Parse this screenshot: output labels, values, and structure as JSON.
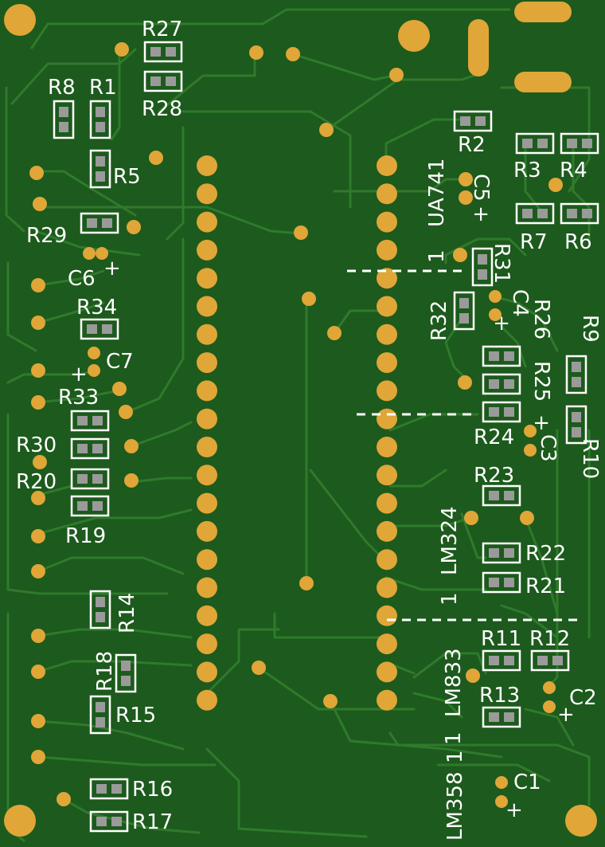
{
  "colors": {
    "board": "#1d5a1d",
    "trace": "#2f7a2c",
    "pad": "#e0a637",
    "silk": "#ffffff",
    "smd_pad": "#9a9a9a"
  },
  "labels": {
    "r27": "R27",
    "r28": "R28",
    "r8": "R8",
    "r1": "R1",
    "r5": "R5",
    "r29": "R29",
    "c6": "C6",
    "c6_pol": "+",
    "r34": "R34",
    "c7": "C7",
    "c7_pol": "+",
    "r33": "R33",
    "r30": "R30",
    "r20": "R20",
    "r19": "R19",
    "r14": "R14",
    "r18": "R18",
    "r15": "R15",
    "r16": "R16",
    "r17": "R17",
    "r2": "R2",
    "r3": "R3",
    "r4": "R4",
    "r7": "R7",
    "r6": "R6",
    "ua741": "UA741",
    "ua741_pin1": "1",
    "c5": "C5",
    "c5_pol": "+",
    "r31": "R31",
    "r32": "R32",
    "c4": "C4",
    "c4_pol": "+",
    "r26": "R26",
    "r25": "R25",
    "r9": "R9",
    "r10": "R10",
    "r24": "R24",
    "c3": "C3",
    "c3_pol": "+",
    "r23": "R23",
    "lm324": "LM324",
    "lm324_pin1": "1",
    "r22": "R22",
    "r21": "R21",
    "r11": "R11",
    "r12": "R12",
    "lm833": "LM833",
    "lm833_pin1": "1",
    "r13": "R13",
    "c2": "C2",
    "c2_pol": "+",
    "lm358": "LM358",
    "lm358_pin1": "1",
    "c1": "C1",
    "c1_pol": "+"
  }
}
